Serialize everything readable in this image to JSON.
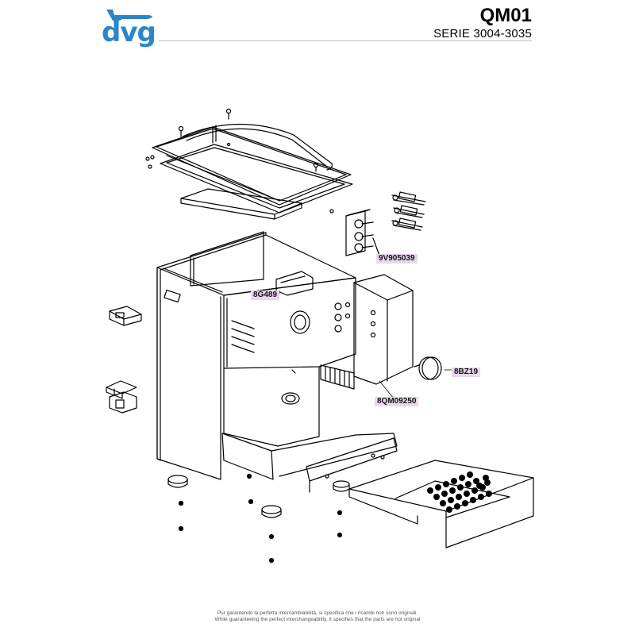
{
  "header": {
    "brand": "dvg",
    "model": "QM01",
    "series": "SERIE 3004-3035"
  },
  "part_labels": [
    {
      "code": "9V905039"
    },
    {
      "code": "8G489"
    },
    {
      "code": "8BZ19"
    },
    {
      "code": "8QM09250"
    }
  ],
  "footer": {
    "italian": "Pur garantendo la perfetta intercambiabilità, si specifica che i ricambi non sono originali.",
    "english": "While guaranteeing the perfect interchangeability, it specifies that the parts are not original"
  },
  "colors": {
    "brand_blue": "#2a86c8",
    "label_highlight": "#ead6ef",
    "line": "#000000"
  }
}
